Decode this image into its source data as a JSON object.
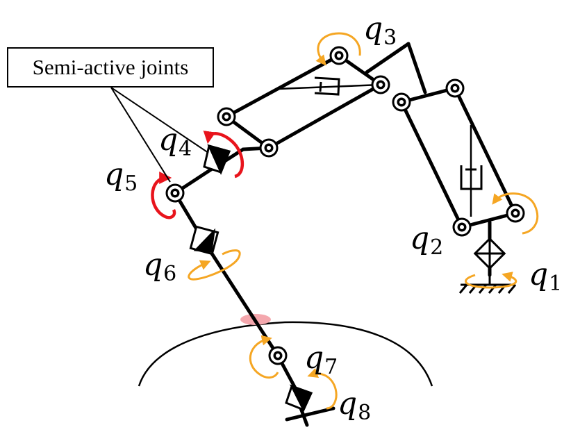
{
  "callout": {
    "text": "Semi-active joints"
  },
  "joints": [
    {
      "id": "q1",
      "symbol": "q",
      "index": "1"
    },
    {
      "id": "q2",
      "symbol": "q",
      "index": "2"
    },
    {
      "id": "q3",
      "symbol": "q",
      "index": "3"
    },
    {
      "id": "q4",
      "symbol": "q",
      "index": "4"
    },
    {
      "id": "q5",
      "symbol": "q",
      "index": "5"
    },
    {
      "id": "q6",
      "symbol": "q",
      "index": "6"
    },
    {
      "id": "q7",
      "symbol": "q",
      "index": "7"
    },
    {
      "id": "q8",
      "symbol": "q",
      "index": "8"
    }
  ],
  "colors": {
    "link": "#000000",
    "active_joint_arrow": "#f5a623",
    "semi_active_arrow": "#e8141c",
    "contact_point": "#f4a7ad"
  }
}
